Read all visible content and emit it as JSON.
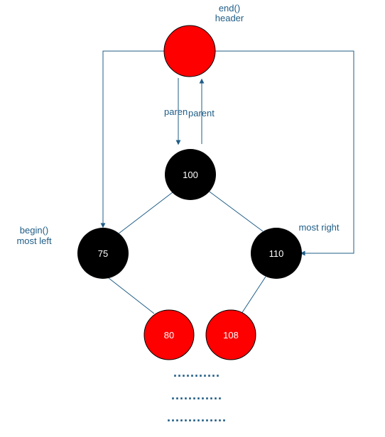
{
  "header": {
    "annotation_line1": "end()",
    "annotation_line2": "header",
    "color": "#ff0000"
  },
  "arrows": {
    "down_label": "paren",
    "up_label": "parent",
    "color": "#1f5d86"
  },
  "nodes": {
    "root": {
      "value": "100",
      "color": "#000000"
    },
    "left": {
      "value": "75",
      "color": "#000000",
      "annotation_line1": "begin()",
      "annotation_line2": "most left"
    },
    "right": {
      "value": "110",
      "color": "#000000",
      "annotation": "most right"
    },
    "left_child": {
      "value": "80",
      "color": "#ff0000"
    },
    "right_child": {
      "value": "108",
      "color": "#ff0000"
    }
  },
  "continuation": {
    "row1": "...........",
    "row2": "............",
    "row3": ".............."
  },
  "colors": {
    "edge": "#1f5d86",
    "node_stroke": "#000000",
    "node_text": "#ffffff",
    "annotation_text": "#1f5d86"
  }
}
